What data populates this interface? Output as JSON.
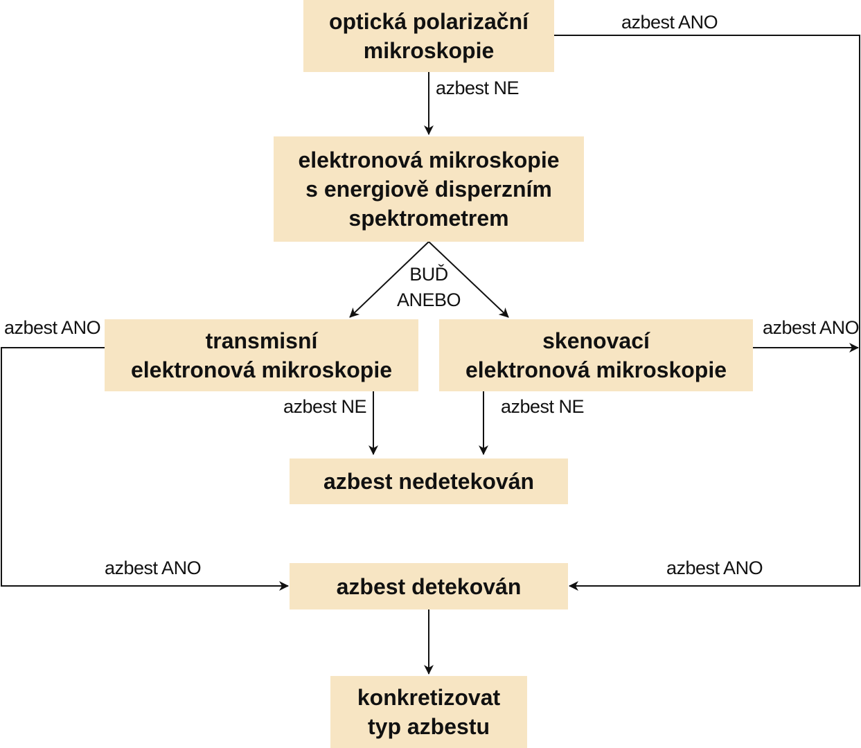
{
  "colors": {
    "box_fill": "#f7e5c3",
    "line": "#111111",
    "text": "#111111"
  },
  "nodes": {
    "optical": {
      "line1": "optická polarizační",
      "line2": "mikroskopie"
    },
    "edx": {
      "line1": "elektronová mikroskopie",
      "line2": "s energiově disperzním",
      "line3": "spektrometrem"
    },
    "tem": {
      "line1": "transmisní",
      "line2": "elektronová mikroskopie"
    },
    "sem": {
      "line1": "skenovací",
      "line2": "elektronová mikroskopie"
    },
    "not_detected": {
      "line1": "azbest nedetekován"
    },
    "detected": {
      "line1": "azbest detekován"
    },
    "specify": {
      "line1": "konkretizovat",
      "line2": "typ azbestu"
    }
  },
  "edges": {
    "optical_yes": "azbest ANO",
    "optical_no": "azbest NE",
    "split_line1": "BUĎ",
    "split_line2": "ANEBO",
    "tem_yes": "azbest ANO",
    "sem_yes": "azbest ANO",
    "tem_no": "azbest NE",
    "sem_no": "azbest NE",
    "left_into_detected": "azbest ANO",
    "right_into_detected": "azbest ANO"
  }
}
